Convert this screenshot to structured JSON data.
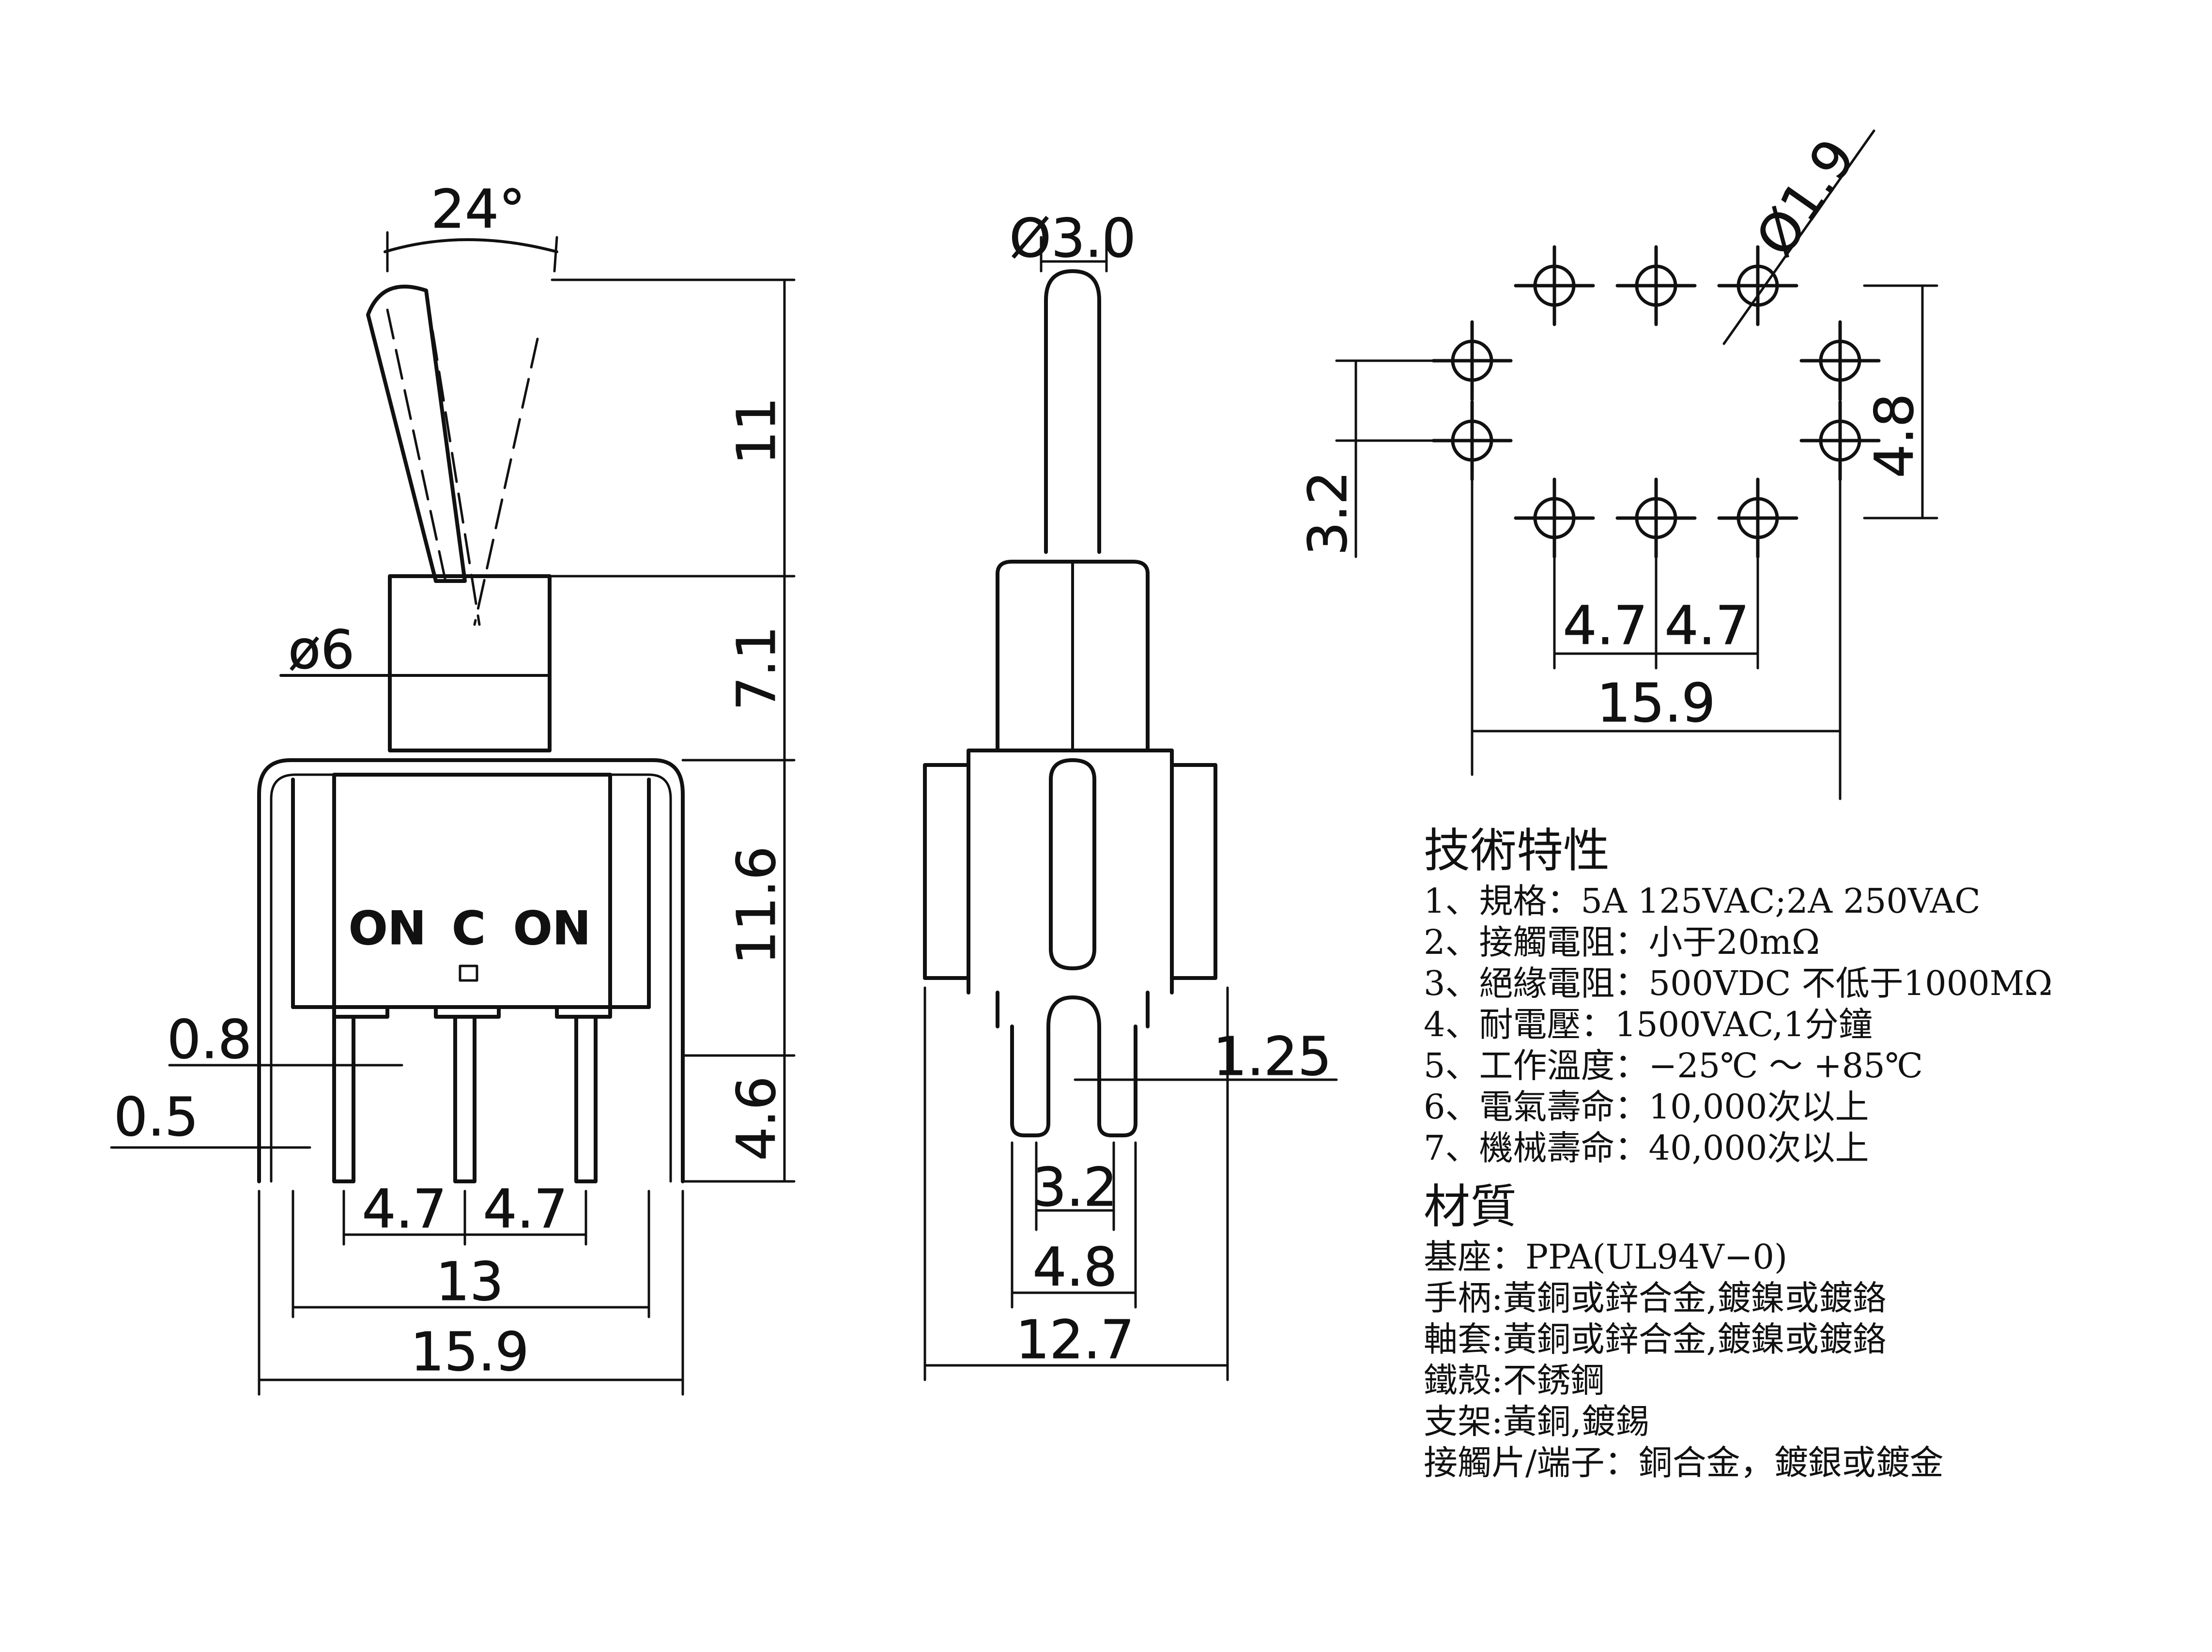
{
  "left_view": {
    "angle": "24°",
    "dia_shaft": "ø6",
    "dim_11": "11",
    "dim_7_1": "7.1",
    "dim_11_6": "11.6",
    "dim_4_6": "4.6",
    "dim_0_8": "0.8",
    "dim_0_5": "0.5",
    "pitch_a": "4.7",
    "pitch_b": "4.7",
    "dim_13": "13",
    "dim_15_9": "15.9",
    "marking_on_left": "ON",
    "marking_c": "C",
    "marking_on_right": "ON"
  },
  "side_view": {
    "dia_lever": "Ø3.0",
    "dim_1_25": "1.25",
    "dim_3_2": "3.2",
    "dim_4_8": "4.8",
    "dim_12_7": "12.7"
  },
  "footprint": {
    "hole_dia": "Ø1.9",
    "dim_3_2": "3.2",
    "dim_4_8": "4.8",
    "pitch_a": "4.7",
    "pitch_b": "4.7",
    "dim_15_9": "15.9"
  },
  "specs": {
    "heading": "技術特性",
    "items": [
      "1、規格：5A 125VAC;2A 250VAC",
      "2、接觸電阻：小于20mΩ",
      "3、絕緣電阻：500VDC 不低于1000MΩ",
      "4、耐電壓：1500VAC,1分鐘",
      "5、工作溫度：−25℃ ～ +85℃",
      "6、電氣壽命：10,000次以上",
      "7、機械壽命：40,000次以上"
    ],
    "materials_heading": "材質",
    "materials": [
      "基座：PPA(UL94V−0)",
      "手柄:黃銅或鋅合金,鍍鎳或鍍鉻",
      "軸套:黃銅或鋅合金,鍍鎳或鍍鉻",
      "鐵殼:不銹鋼",
      "支架:黃銅,鍍錫",
      "接觸片/端子：銅合金，鍍銀或鍍金"
    ]
  }
}
